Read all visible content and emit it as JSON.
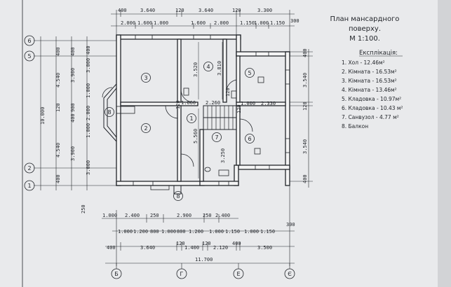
{
  "title": {
    "line1": "План мансардного",
    "line2": "поверху.",
    "scale": "М 1:100."
  },
  "explication": {
    "heading": "Експлікація:",
    "items": [
      "1. Хол - 12.46м²",
      "2. Кімната - 16.53м²",
      "3. Кімната - 16.53м²",
      "4. Кімната - 13.46м²",
      "5. Кладовка - 10.97м²",
      "6. Кладовка - 10.43 м²",
      "7. Санвузол - 4.77 м²",
      "8. Балкон"
    ]
  },
  "rooms": [
    "1",
    "2",
    "3",
    "4",
    "5",
    "6",
    "7",
    "8"
  ],
  "axes": {
    "horizontal": [
      "Б",
      "Г",
      "Е",
      "Є"
    ],
    "vertical": [
      "6",
      "5",
      "2",
      "1"
    ]
  },
  "dims": {
    "top1": [
      "400",
      "3.640",
      "120",
      "3.640",
      "120",
      "3.300"
    ],
    "top2": [
      "2.000",
      "1.600",
      "1.000",
      "1.600",
      "2.000",
      "1.150",
      "1.000",
      "1.150",
      "300"
    ],
    "bottom1": [
      "1.000",
      "2.400",
      "250",
      "2.900",
      "250",
      "2.400"
    ],
    "bottom2": [
      "1.000",
      "1.200",
      "800",
      "1.000",
      "800",
      "1.200",
      "1.000",
      "1.150",
      "1.000",
      "1.150",
      "300"
    ],
    "bottom3": [
      "400",
      "3.640",
      "120",
      "1.400",
      "120",
      "2.120",
      "400",
      "3.500"
    ],
    "total_width": "11.700",
    "left_outer": [
      "10.000"
    ],
    "left_mid": [
      "400",
      "4.540",
      "120",
      "4.540",
      "400"
    ],
    "left_inner": [
      "400",
      "3.900",
      "900",
      "400",
      "3.900"
    ],
    "left_last": [
      "400",
      "3.000",
      "1.000",
      "2.000",
      "1.000",
      "3.000",
      "250"
    ],
    "right": [
      "400",
      "3.540",
      "120",
      "3.540",
      "400"
    ],
    "interior": [
      "3.520",
      "3.810",
      "1.660",
      "2.260",
      "5.560",
      "3.250",
      "1.000",
      "2.330",
      "120",
      "120",
      "120"
    ]
  }
}
